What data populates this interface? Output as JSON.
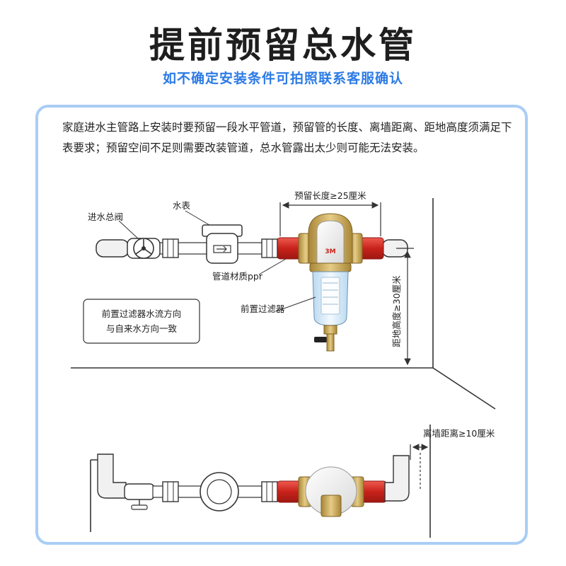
{
  "header": {
    "title": "提前预留总水管",
    "subtitle": "如不确定安装条件可拍照联系客服确认"
  },
  "description": "家庭进水主管路上安装时要预留一段水平管道，预留管的长度、离墙距离、距地高度须满足下表要求；预留空间不足则需要改装管道，总水管露出太少则可能无法安装。",
  "labels": {
    "inlet_valve": "进水总阀",
    "water_meter": "水表",
    "reserve_length": "预留长度≥25厘米",
    "pipe_material": "管道材质ppr",
    "prefilter": "前置过滤器",
    "flow_note_line1": "前置过滤器水流方向",
    "flow_note_line2": "与自来水方向一致",
    "height_from_floor": "距地高度≥30厘米",
    "wall_distance": "离墙距离≥10厘米",
    "brand_mark": "3M"
  },
  "colors": {
    "title": "#1e1e1e",
    "subtitle": "#2c7be5",
    "panel_border": "#a9cdf5",
    "pipe_red": "#d9322b",
    "brass": "#c9a24e",
    "filter_bowl": "#cfe6f5"
  }
}
